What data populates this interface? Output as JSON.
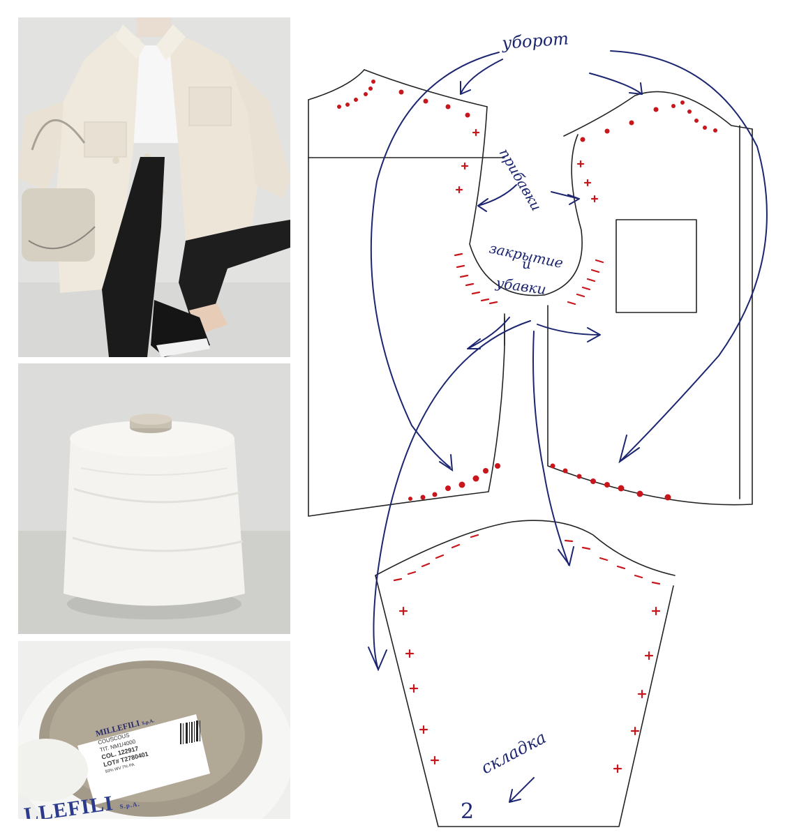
{
  "annotations": {
    "collar_edges": "уборот",
    "increases": "прибавки",
    "bindoff_decreases_line1": "закрытие",
    "bindoff_decreases_line2": "и",
    "bindoff_decreases_line3": "убавки",
    "fold": "складка",
    "fold_count": "2"
  },
  "yarn_label": {
    "brand_top": "MILLEFILI",
    "brand_suffix": "S.p.A.",
    "product": "COUSCOUS",
    "tit": "TIT. NM1/4000",
    "col": "COL. 122917",
    "lot": "LOT# T2780401",
    "composition": "93% WV 7% PA",
    "cone_print": "LLEFILI",
    "cone_suffix": "S.p.A."
  },
  "colors": {
    "pen_blue": "#1c2670",
    "mark_red": "#c8161d",
    "outline": "#222222",
    "coat": "#efe9dd",
    "yarn": "#f4f3ef"
  }
}
